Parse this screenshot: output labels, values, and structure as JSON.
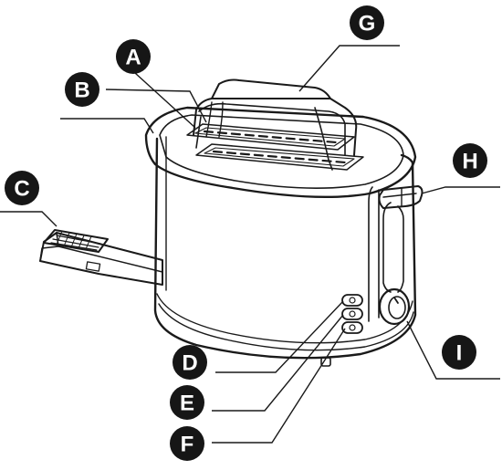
{
  "diagram": {
    "labels": {
      "a": "A",
      "b": "B",
      "c": "C",
      "d": "D",
      "e": "E",
      "f": "F",
      "g": "G",
      "h": "H",
      "i": "I"
    },
    "colors": {
      "ink": "#1a1a1a",
      "badge": "#161616",
      "badge_text": "#ffffff",
      "background": "#ffffff"
    }
  }
}
